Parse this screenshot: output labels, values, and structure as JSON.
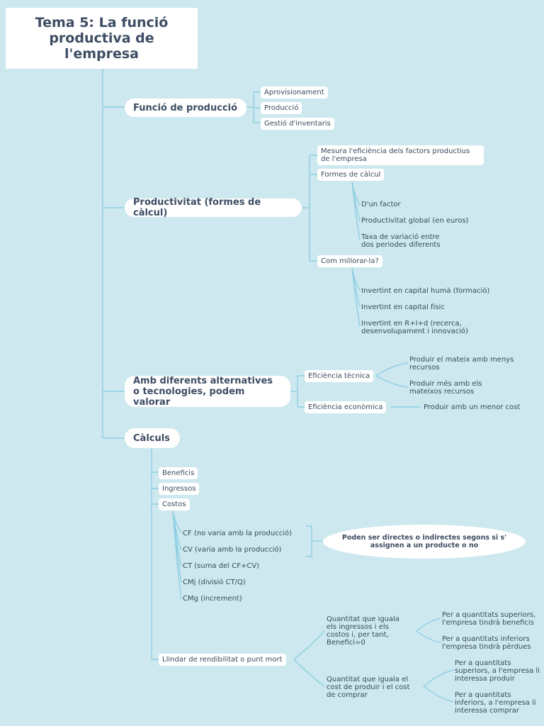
{
  "title": "Tema 5: La funció productiva de l'empresa",
  "nodes": {
    "produccio": "Funció de producció",
    "produccio_items": [
      "Aprovisionament",
      "Producció",
      "Gestió d'inventaris"
    ],
    "productivitat": "Productivitat (formes de càlcul)",
    "mesura": "Mesura l'eficiència dels factors productius de l'empresa",
    "formes": "Formes de càlcul",
    "formes_items": [
      "D'un factor",
      "Productivitat global (en euros)",
      "Taxa de variació entre dos periodes diferents"
    ],
    "millorar": "Com millorar-la?",
    "millorar_items": [
      "Invertint en capital humà (formació)",
      "Invertint en capital físic",
      "Invertint en R+I+d (recerca, desenvolupament i innovació)"
    ],
    "alternatives": "Amb diferents alternatives o tecnologies, podem valorar",
    "eficiencia_tecnica": "Eficiència tècnica",
    "tecnica_items": [
      "Produir el mateix amb menys recursos",
      "Produir més amb els mateixos recursos"
    ],
    "eficiencia_economica": "Eficiència econòmica",
    "economica_item": "Produir amb un menor cost",
    "calculs": "Càlculs",
    "calculs_items": [
      "Beneficis",
      "Ingressos",
      "Costos"
    ],
    "costos_items": [
      "CF (no varia amb la producció)",
      "CV (varia amb la producció)",
      "CT (suma del CF+CV)",
      "CMj (divisió CT/Q)",
      "CMg (increment)"
    ],
    "costos_note": "Poden ser directes o indirectes segons si s' assignen a un producte o no",
    "llindar": "Llindar de rendibilitat o punt mort",
    "quantitat1": "Quantitat que iguala els ingressos i els costos i, per tant, Benefici=0",
    "quantitat1_items": [
      "Per a quantitats superiors, l'empresa tindrà beneficis",
      "Per a quantitats inferiors l'empresa tindrà pèrdues"
    ],
    "quantitat2": "Quantitat que iguala el cost de produir i el cost de comprar",
    "quantitat2_items": [
      "Per a quantitats superiors, a l'empresa li interessa produir",
      "Per a quantitats inferiors, a l'empresa li interessa comprar"
    ]
  }
}
